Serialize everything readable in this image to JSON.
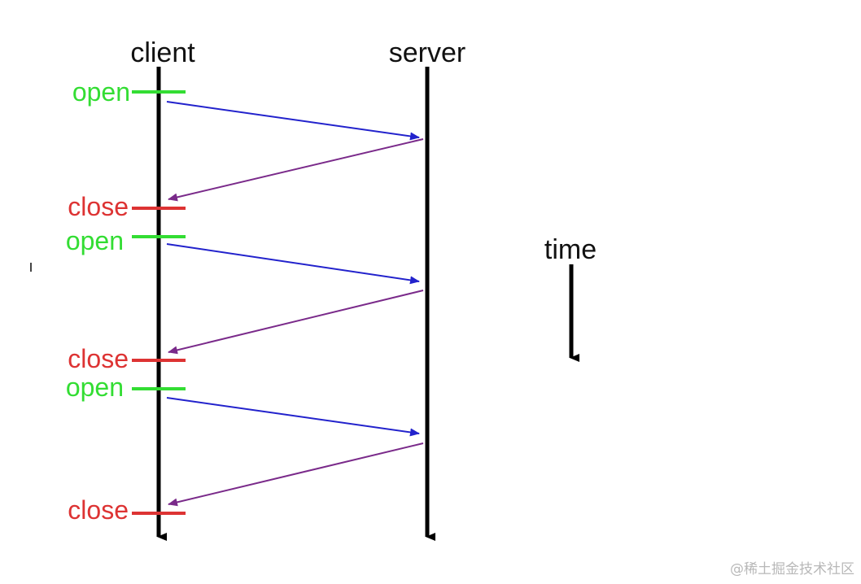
{
  "lifelines": {
    "client": "client",
    "server": "server"
  },
  "time_label": "time",
  "events": [
    {
      "label": "open",
      "kind": "open"
    },
    {
      "label": "close",
      "kind": "close"
    },
    {
      "label": "open",
      "kind": "open"
    },
    {
      "label": "close",
      "kind": "close"
    },
    {
      "label": "open",
      "kind": "open"
    },
    {
      "label": "close",
      "kind": "close"
    }
  ],
  "messages": [
    {
      "from": "client",
      "to": "server",
      "kind": "request"
    },
    {
      "from": "server",
      "to": "client",
      "kind": "response"
    },
    {
      "from": "client",
      "to": "server",
      "kind": "request"
    },
    {
      "from": "server",
      "to": "client",
      "kind": "response"
    },
    {
      "from": "client",
      "to": "server",
      "kind": "request"
    },
    {
      "from": "server",
      "to": "client",
      "kind": "response"
    }
  ],
  "colors": {
    "open": "#33dd33",
    "close": "#dd3333",
    "request": "#2222cc",
    "response": "#7a2a8a",
    "lifeline": "#000000"
  },
  "watermark": "@稀土掘金技术社区"
}
